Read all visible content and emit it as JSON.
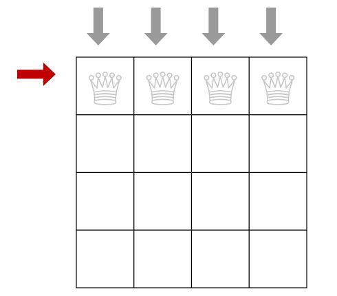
{
  "board": {
    "rows": 4,
    "cols": 4,
    "queens": [
      {
        "row": 1,
        "col": 1,
        "state": "faded"
      },
      {
        "row": 1,
        "col": 2,
        "state": "faded"
      },
      {
        "row": 1,
        "col": 3,
        "state": "faded"
      },
      {
        "row": 1,
        "col": 4,
        "state": "faded"
      }
    ],
    "line_color": "#000000",
    "cell_fill": "#ffffff"
  },
  "column_arrows": {
    "count": 4,
    "direction": "down",
    "color": "#9a9a9a",
    "icon": "arrow-down-icon"
  },
  "row_arrow": {
    "row": 1,
    "direction": "right",
    "color": "#c00000",
    "icon": "arrow-right-icon"
  },
  "queen_style": {
    "icon": "queen-crown-icon",
    "stroke": "#c8c8c8",
    "fill": "#ffffff"
  }
}
